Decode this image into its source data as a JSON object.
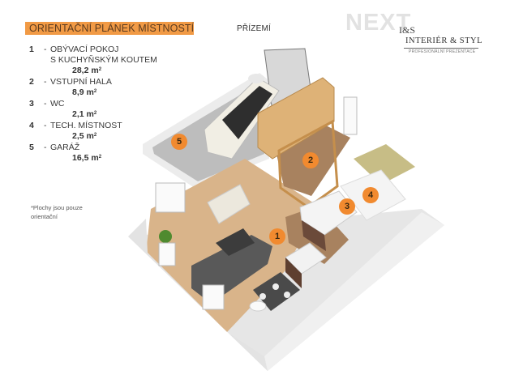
{
  "header": {
    "title": "ORIENTAČNÍ PLÁNEK MÍSTNOSTÍ",
    "floor_label": "PŘÍZEMÍ"
  },
  "logo": {
    "brand": "NEXT",
    "monogram": "I&S",
    "name": "INTERIÉR & STYL",
    "tagline": "PROFESIONÁLNÍ PREZENTACE"
  },
  "legend": {
    "items": [
      {
        "num": "1",
        "label": "OBÝVACÍ POKOJ",
        "label2": "S KUCHYŇSKÝM KOUTEM",
        "area": "28,2 m",
        "unit_sup": "2"
      },
      {
        "num": "2",
        "label": "VSTUPNÍ HALA",
        "label2": "",
        "area": "8,9 m",
        "unit_sup": "2"
      },
      {
        "num": "3",
        "label": "WC",
        "label2": "",
        "area": "2,1 m",
        "unit_sup": "2"
      },
      {
        "num": "4",
        "label": "TECH. MÍSTNOST",
        "label2": "",
        "area": "2,5 m",
        "unit_sup": "2"
      },
      {
        "num": "5",
        "label": "GARÁŽ",
        "label2": "",
        "area": "16,5 m",
        "unit_sup": "2"
      }
    ],
    "dash": "-"
  },
  "note": "*Plochy jsou pouze orientační",
  "markers": [
    {
      "num": "1",
      "room": "obývací pokoj"
    },
    {
      "num": "2",
      "room": "vstupní hala"
    },
    {
      "num": "3",
      "room": "wc"
    },
    {
      "num": "4",
      "room": "tech. místnost"
    },
    {
      "num": "5",
      "room": "garáž"
    }
  ],
  "colors": {
    "accent": "#f19a45",
    "marker": "#f18a2f",
    "wall": "#e9e9e9",
    "wood_floor": "#d9b48a",
    "tile_floor": "#a8825f",
    "garage_floor": "#b9b9b9"
  }
}
